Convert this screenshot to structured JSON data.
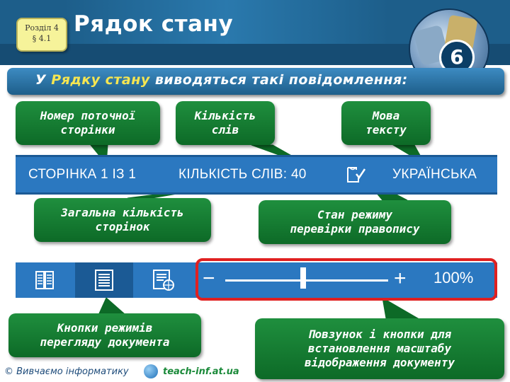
{
  "header": {
    "section_line1": "Розділ 4",
    "section_line2": "§ 4.1",
    "title": "Рядок стану",
    "grade": "6"
  },
  "subtitle": {
    "prefix": "У ",
    "highlight": "Рядку стану",
    "suffix": " виводяться такі повідомлення:"
  },
  "callouts": {
    "page_number": [
      "Номер поточної",
      "сторінки"
    ],
    "word_count": [
      "Кількість",
      "слів"
    ],
    "language": [
      "Мова",
      "тексту"
    ],
    "total_pages": [
      "Загальна кількість",
      "сторінок"
    ],
    "spell_state": [
      "Стан режиму",
      "перевірки правопису"
    ],
    "view_buttons": [
      "Кнопки режимів",
      "перегляду документа"
    ],
    "zoom": [
      "Повзунок і кнопки для",
      "встановлення масштабу",
      "відображення документу"
    ]
  },
  "statusbar": {
    "page": "СТОРІНКА 1 ІЗ 1",
    "words": "КІЛЬКІСТЬ СЛІВ: 40",
    "language": "УКРАЇНСЬКА",
    "spell_icon": "spell-check-icon"
  },
  "viewbar": {
    "buttons": [
      "read-mode-icon",
      "print-layout-icon",
      "web-layout-icon"
    ],
    "zoom_minus": "−",
    "zoom_plus": "+",
    "zoom_level": "100%",
    "zoom_level_value": 100
  },
  "footer": {
    "copyright": "© Вивчаємо інформатику",
    "link": "teach-inf.at.ua"
  },
  "colors": {
    "header": "#1d5e8a",
    "callout": "#0d6a27",
    "statusbar": "#2b78c0",
    "zoom_frame": "#e02020",
    "highlight": "#f6e651"
  }
}
